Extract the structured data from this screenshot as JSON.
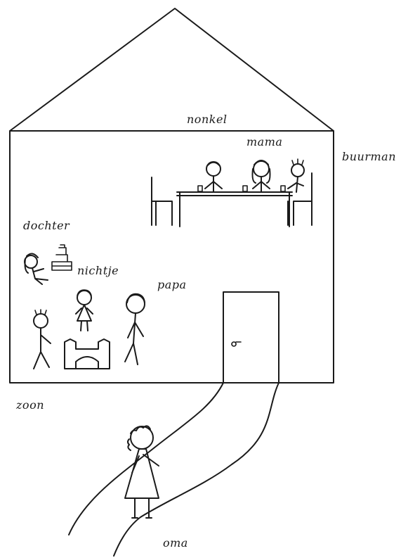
{
  "labels": {
    "nonkel": "nonkel",
    "mama": "mama",
    "buurman": "buurman",
    "dochter": "dochter",
    "nichtje": "nichtje",
    "papa": "papa",
    "zoon": "zoon",
    "oma": "oma"
  },
  "colors": {
    "ink": "#1a1a1a",
    "paper": "#ffffff"
  }
}
